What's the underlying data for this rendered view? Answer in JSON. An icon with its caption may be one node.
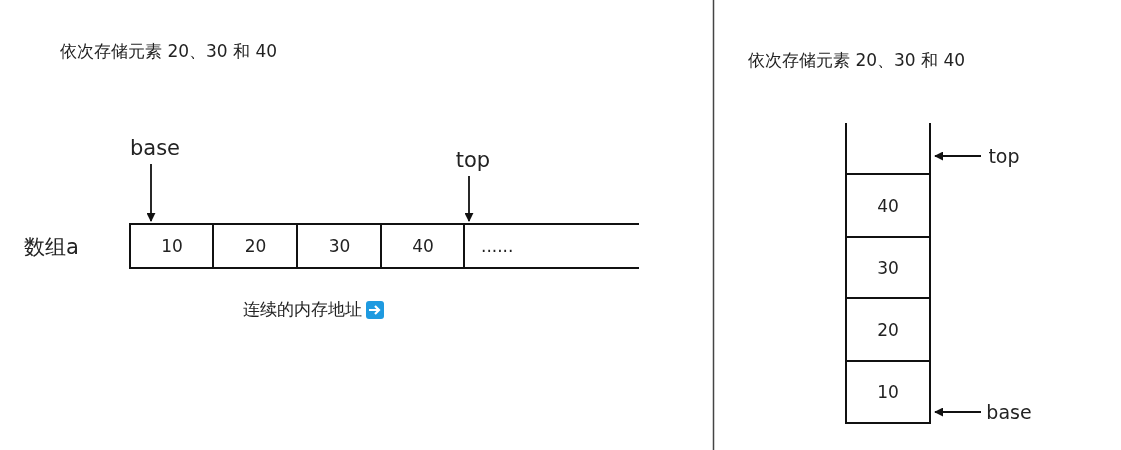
{
  "diagram": {
    "nodes": [
      {
        "text": [
          "base"
        ]
      },
      {
        "text": [
          "top"
        ]
      },
      {
        "text": [
          "10"
        ]
      },
      {
        "text": [
          "20"
        ]
      },
      {
        "text": [
          "30"
        ]
      },
      {
        "text": [
          "40"
        ]
      },
      {
        "text": [
          "......"
        ]
      },
      {
        "text": [],
        "shape": "box"
      },
      {
        "text": [
          "40"
        ]
      },
      {
        "text": [
          "30"
        ]
      },
      {
        "text": [
          "20"
        ]
      },
      {
        "text": [
          "10"
        ]
      },
      {
        "text": [
          "top"
        ]
      },
      {
        "text": [
          "base"
        ]
      }
    ],
    "edges": [
      {
        "from": 0,
        "to": 2,
        "arrow": "to"
      },
      {
        "from": 1,
        "to": 6,
        "arrow": "to"
      },
      {
        "from": 12,
        "to": 7,
        "arrow": "to"
      },
      {
        "from": 13,
        "to": 11,
        "arrow": "to"
      }
    ],
    "labels": [
      "依次存储元素 20、30 和 40",
      "数组a",
      "连续的内存地址",
      "依次存储元素 20、30 和 40"
    ]
  }
}
